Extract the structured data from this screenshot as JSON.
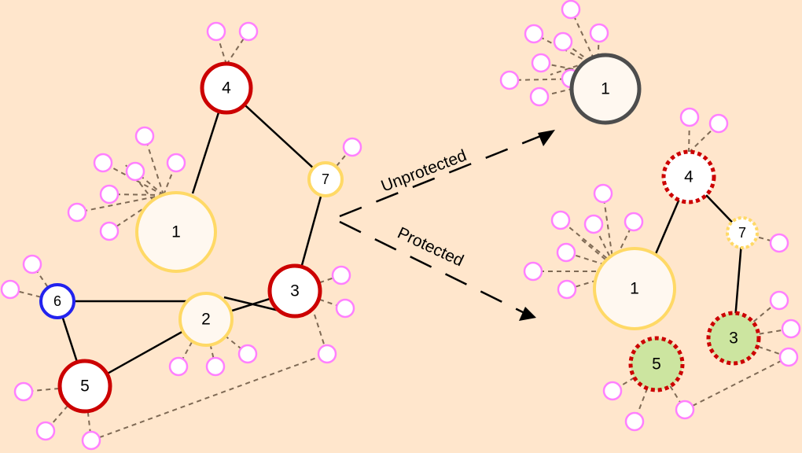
{
  "diagram": {
    "colors": {
      "background": "#FFE6CC",
      "red": "#CC0000",
      "yellow": "#FFD966",
      "blue": "#2222EE",
      "gray": "#4D4D4D",
      "leaf": "#FF80FF",
      "green": "#CCE5A0",
      "node_fill": "#FFFFFF",
      "hub_fill": "#FFF8F0"
    },
    "nodes": [
      {
        "id": "L1",
        "label": "1"
      },
      {
        "id": "L2",
        "label": "2"
      },
      {
        "id": "L3",
        "label": "3"
      },
      {
        "id": "L4",
        "label": "4"
      },
      {
        "id": "L5",
        "label": "5"
      },
      {
        "id": "L6",
        "label": "6"
      },
      {
        "id": "L7",
        "label": "7"
      },
      {
        "id": "U1",
        "label": "1"
      },
      {
        "id": "P1",
        "label": "1"
      },
      {
        "id": "P3",
        "label": "3"
      },
      {
        "id": "P4",
        "label": "4"
      },
      {
        "id": "P5",
        "label": "5"
      },
      {
        "id": "P7",
        "label": "7"
      }
    ],
    "arrows": [
      {
        "id": "unprotected",
        "label": "Unprotected"
      },
      {
        "id": "protected",
        "label": "Protected"
      }
    ]
  }
}
